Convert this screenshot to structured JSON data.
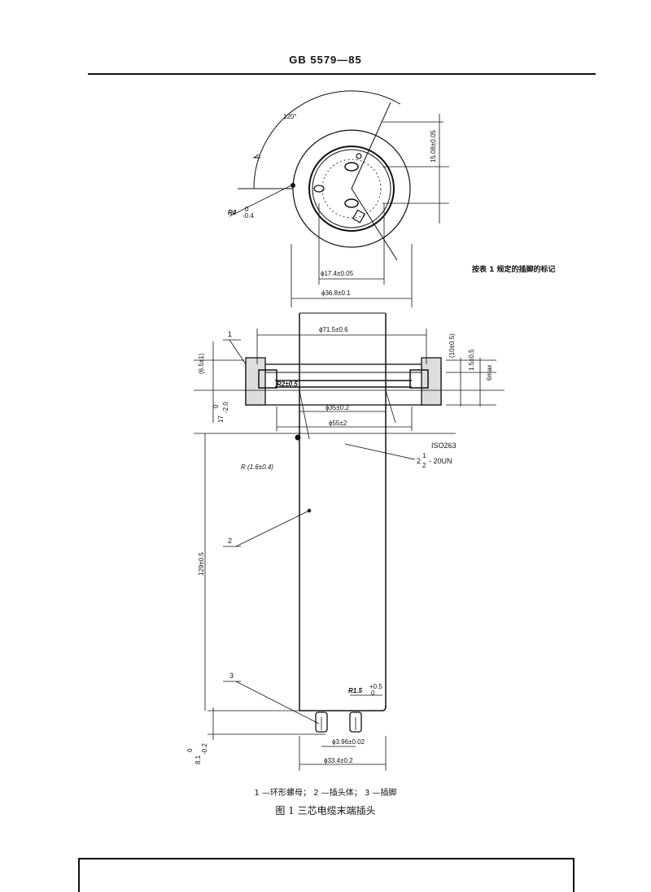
{
  "header": {
    "title": "GB 5579—85"
  },
  "top_view": {
    "angle": "120°",
    "radius": "R4",
    "radius_tol_upper": "0",
    "radius_tol_lower": "-0.4",
    "dim_pitch": "15.08±0.05",
    "dim_inner": "ϕ17.4±0.05",
    "dim_outer": "ϕ36.8±0.1"
  },
  "note_right": "按表 1 规定的插脚的标记",
  "side_view": {
    "dim_71": "ϕ71.5±0.6",
    "dim_10": "(10±0.5)",
    "dim_15": "1.5±0.5",
    "dim_6max": "6max",
    "dim_65": "(6.5±1)",
    "dim_r2": "R2±0.5",
    "dim_35": "ϕ35±0.2",
    "dim_55": "ϕ55±2",
    "dim_17": "17",
    "dim_17_tol_upper": "0",
    "dim_17_tol_lower": "-2.0",
    "iso": "ISO263",
    "thread_prefix": "2",
    "thread_num": "1",
    "thread_den": "2",
    "thread_suffix": "- 20UN",
    "dim_r16": "R (1.6±0.4)",
    "dim_129": "129±0.5",
    "dim_r15": "R1.5",
    "dim_r15_tol_upper": "+0.5",
    "dim_r15_tol_lower": "0",
    "dim_396": "ϕ3.96±0.02",
    "dim_334": "ϕ33.4±0.2",
    "dim_81": "8.1",
    "dim_81_tol_upper": "0",
    "dim_81_tol_lower": "-0.2",
    "part1": "1",
    "part2": "2",
    "part3": "3"
  },
  "legend": "1 —环形螺母；  2 —插头体；  3 —插脚",
  "caption": "图 1    三芯电缆末端插头"
}
